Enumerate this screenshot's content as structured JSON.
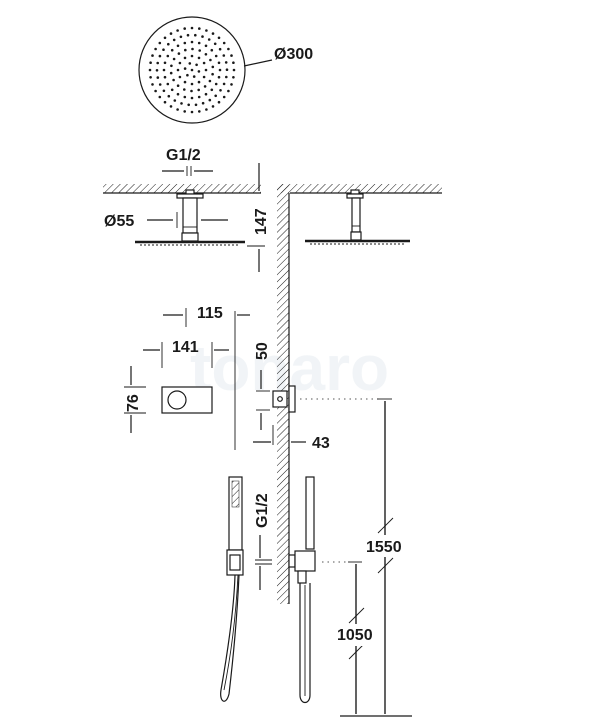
{
  "drawing": {
    "title": "Shower set technical drawing",
    "watermark": "tonaro",
    "colors": {
      "line": "#1a1a1a",
      "background": "#ffffff",
      "watermark": "#e9eef2"
    },
    "dimensions": {
      "head_diameter": "Ø300",
      "arm_thread": "G1/2",
      "arm_diameter": "Ø55",
      "arm_height": "147",
      "valve_depth_total": "115",
      "valve_width": "141",
      "valve_height": "76",
      "valve_offset": "50",
      "wall_projection": "43",
      "outlet_thread": "G1/2",
      "valve_height_from_floor": "1550",
      "outlet_height_from_floor": "1050"
    },
    "parts": [
      "shower-head-top-view",
      "ceiling-shower-arm-front",
      "ceiling-shower-arm-side",
      "thermostatic-valve-front",
      "thermostatic-valve-side",
      "hand-shower-front",
      "hand-shower-side",
      "wall-section",
      "ceiling-section",
      "floor-line"
    ]
  }
}
